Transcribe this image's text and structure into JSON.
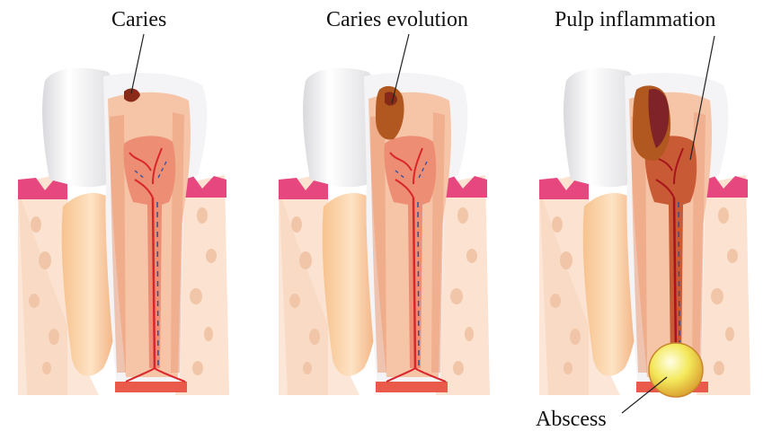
{
  "labels": {
    "caries": "Caries",
    "caries_evolution": "Caries evolution",
    "pulp_inflammation": "Pulp inflammation",
    "abscess": "Abscess"
  },
  "panels": [
    {
      "stage": "caries",
      "decay_level": 1,
      "pulp_inflamed": false,
      "abscess": false
    },
    {
      "stage": "caries-evolution",
      "decay_level": 2,
      "pulp_inflamed": false,
      "abscess": false
    },
    {
      "stage": "pulp-inflammation",
      "decay_level": 3,
      "pulp_inflamed": true,
      "abscess": true
    }
  ],
  "colors": {
    "gum": "#e7477f",
    "bone": "#fbe2d1",
    "bone_holes": "#f1c6a8",
    "enamel": "#f4f4f6",
    "dentin": "#f6c4a7",
    "pulp": "#ec8d74",
    "pulp_inflamed": "#c85a35",
    "vessel_red": "#d9262b",
    "vessel_blue": "#2f4fa0",
    "decay": "#8a2a18",
    "abscess": "#f3e85a"
  }
}
